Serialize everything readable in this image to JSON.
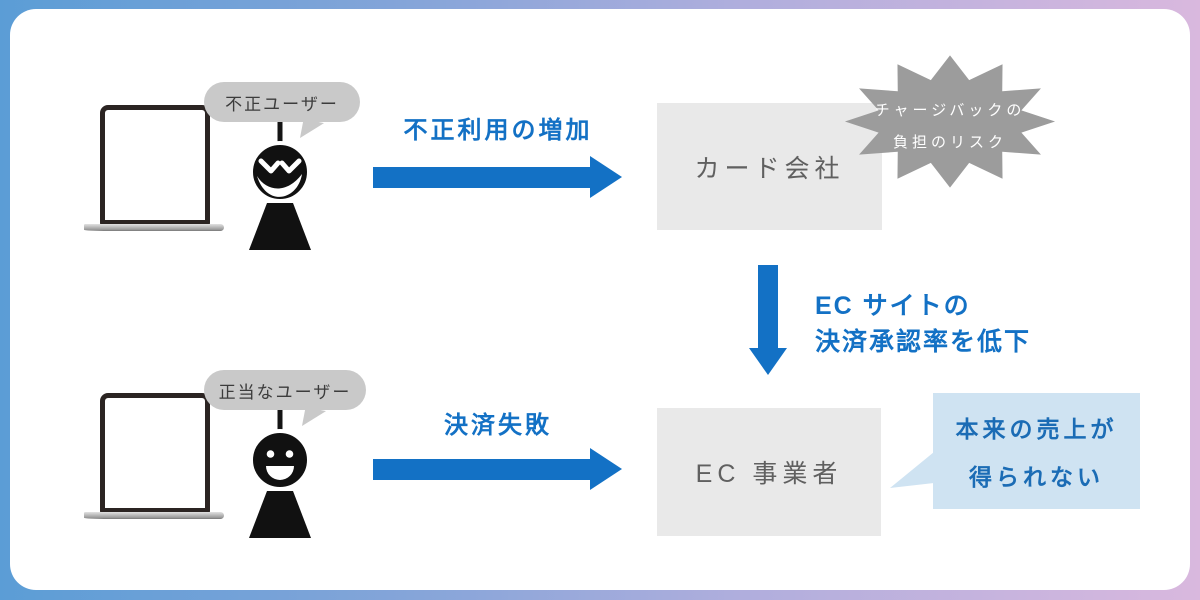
{
  "diagram": {
    "top_flow": {
      "user_label": "不正ユーザー",
      "arrow_label": "不正利用の増加",
      "entity": "カード会社",
      "risk_burst": {
        "line1": "チャージバックの",
        "line2": "負担のリスク"
      }
    },
    "consequence": {
      "line1": "EC サイトの",
      "line2": "決済承認率を低下"
    },
    "bottom_flow": {
      "user_label": "正当なユーザー",
      "arrow_label": "決済失敗",
      "entity": "EC 事業者",
      "result_bubble": {
        "line1": "本来の売上が",
        "line2": "得られない"
      }
    }
  },
  "icons": {
    "laptop": "laptop-icon",
    "fraud_user": "fraud-user-icon",
    "legit_user": "legit-user-icon",
    "right_arrow": "right-arrow-icon",
    "down_arrow": "down-arrow-icon",
    "burst": "burst-shape-icon"
  },
  "colors": {
    "accent_blue": "#1371c5",
    "entity_box_gray": "#e9e9e9",
    "entity_text_gray": "#606060",
    "burst_gray": "#9c9c9c",
    "speech_bubble_gray": "#c9c9c9",
    "result_bubble_blue": "#cfe3f2",
    "result_text_blue": "#1b6cb5",
    "frame_gradient_start": "#5b9dd6",
    "frame_gradient_end": "#d9b8de"
  }
}
